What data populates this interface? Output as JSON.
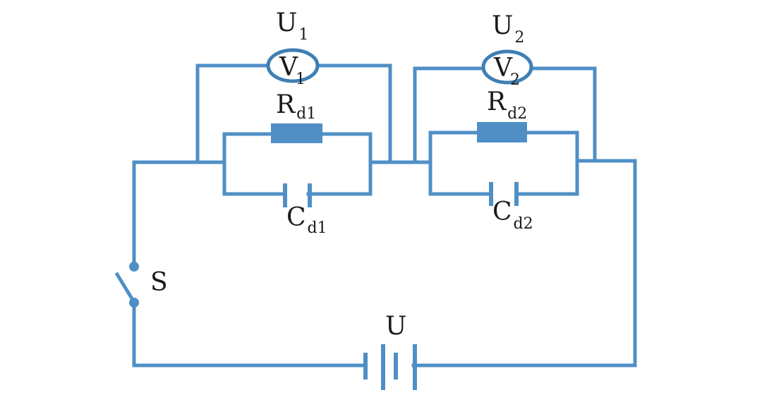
{
  "diagram": {
    "type": "circuit",
    "color": "#4f8fc6",
    "voltmeters": [
      {
        "name": "V",
        "sub": "1",
        "reading_label": "U",
        "reading_sub": "1"
      },
      {
        "name": "V",
        "sub": "2",
        "reading_label": "U",
        "reading_sub": "2"
      }
    ],
    "resistors": [
      {
        "name": "R",
        "sub": "d1"
      },
      {
        "name": "R",
        "sub": "d2"
      }
    ],
    "capacitors": [
      {
        "name": "C",
        "sub": "d1"
      },
      {
        "name": "C",
        "sub": "d2"
      }
    ],
    "switch": {
      "name": "S"
    },
    "source": {
      "name": "U"
    }
  }
}
